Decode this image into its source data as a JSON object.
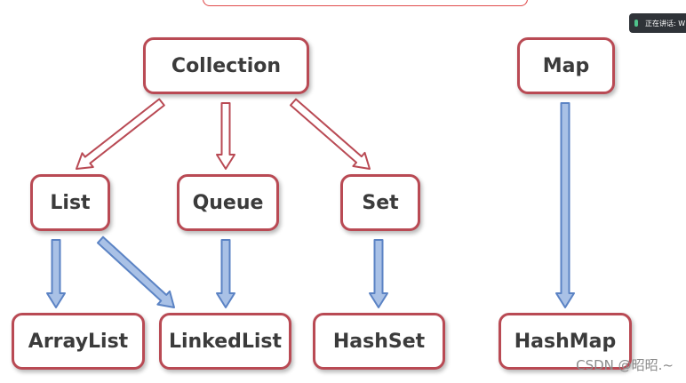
{
  "diagram": {
    "nodes": {
      "collection": "Collection",
      "map": "Map",
      "list": "List",
      "queue": "Queue",
      "set": "Set",
      "arraylist": "ArrayList",
      "linkedlist": "LinkedList",
      "hashset": "HashSet",
      "hashmap": "HashMap"
    },
    "edges": [
      {
        "from": "collection",
        "to": "list",
        "kind": "interface-extends",
        "color": "#b94a54"
      },
      {
        "from": "collection",
        "to": "queue",
        "kind": "interface-extends",
        "color": "#b94a54"
      },
      {
        "from": "collection",
        "to": "set",
        "kind": "interface-extends",
        "color": "#b94a54"
      },
      {
        "from": "list",
        "to": "arraylist",
        "kind": "implements",
        "color": "#5b83c4"
      },
      {
        "from": "list",
        "to": "linkedlist",
        "kind": "implements",
        "color": "#5b83c4"
      },
      {
        "from": "queue",
        "to": "linkedlist",
        "kind": "implements",
        "color": "#5b83c4"
      },
      {
        "from": "set",
        "to": "hashset",
        "kind": "implements",
        "color": "#5b83c4"
      },
      {
        "from": "map",
        "to": "hashmap",
        "kind": "implements",
        "color": "#5b83c4"
      }
    ]
  },
  "overlay": {
    "speaking_label": "正在讲话: W"
  },
  "watermark": "CSDN @昭昭.~",
  "colors": {
    "node_border": "#b94a54",
    "interface_arrow": "#b94a54",
    "impl_arrow": "#5b83c4"
  }
}
